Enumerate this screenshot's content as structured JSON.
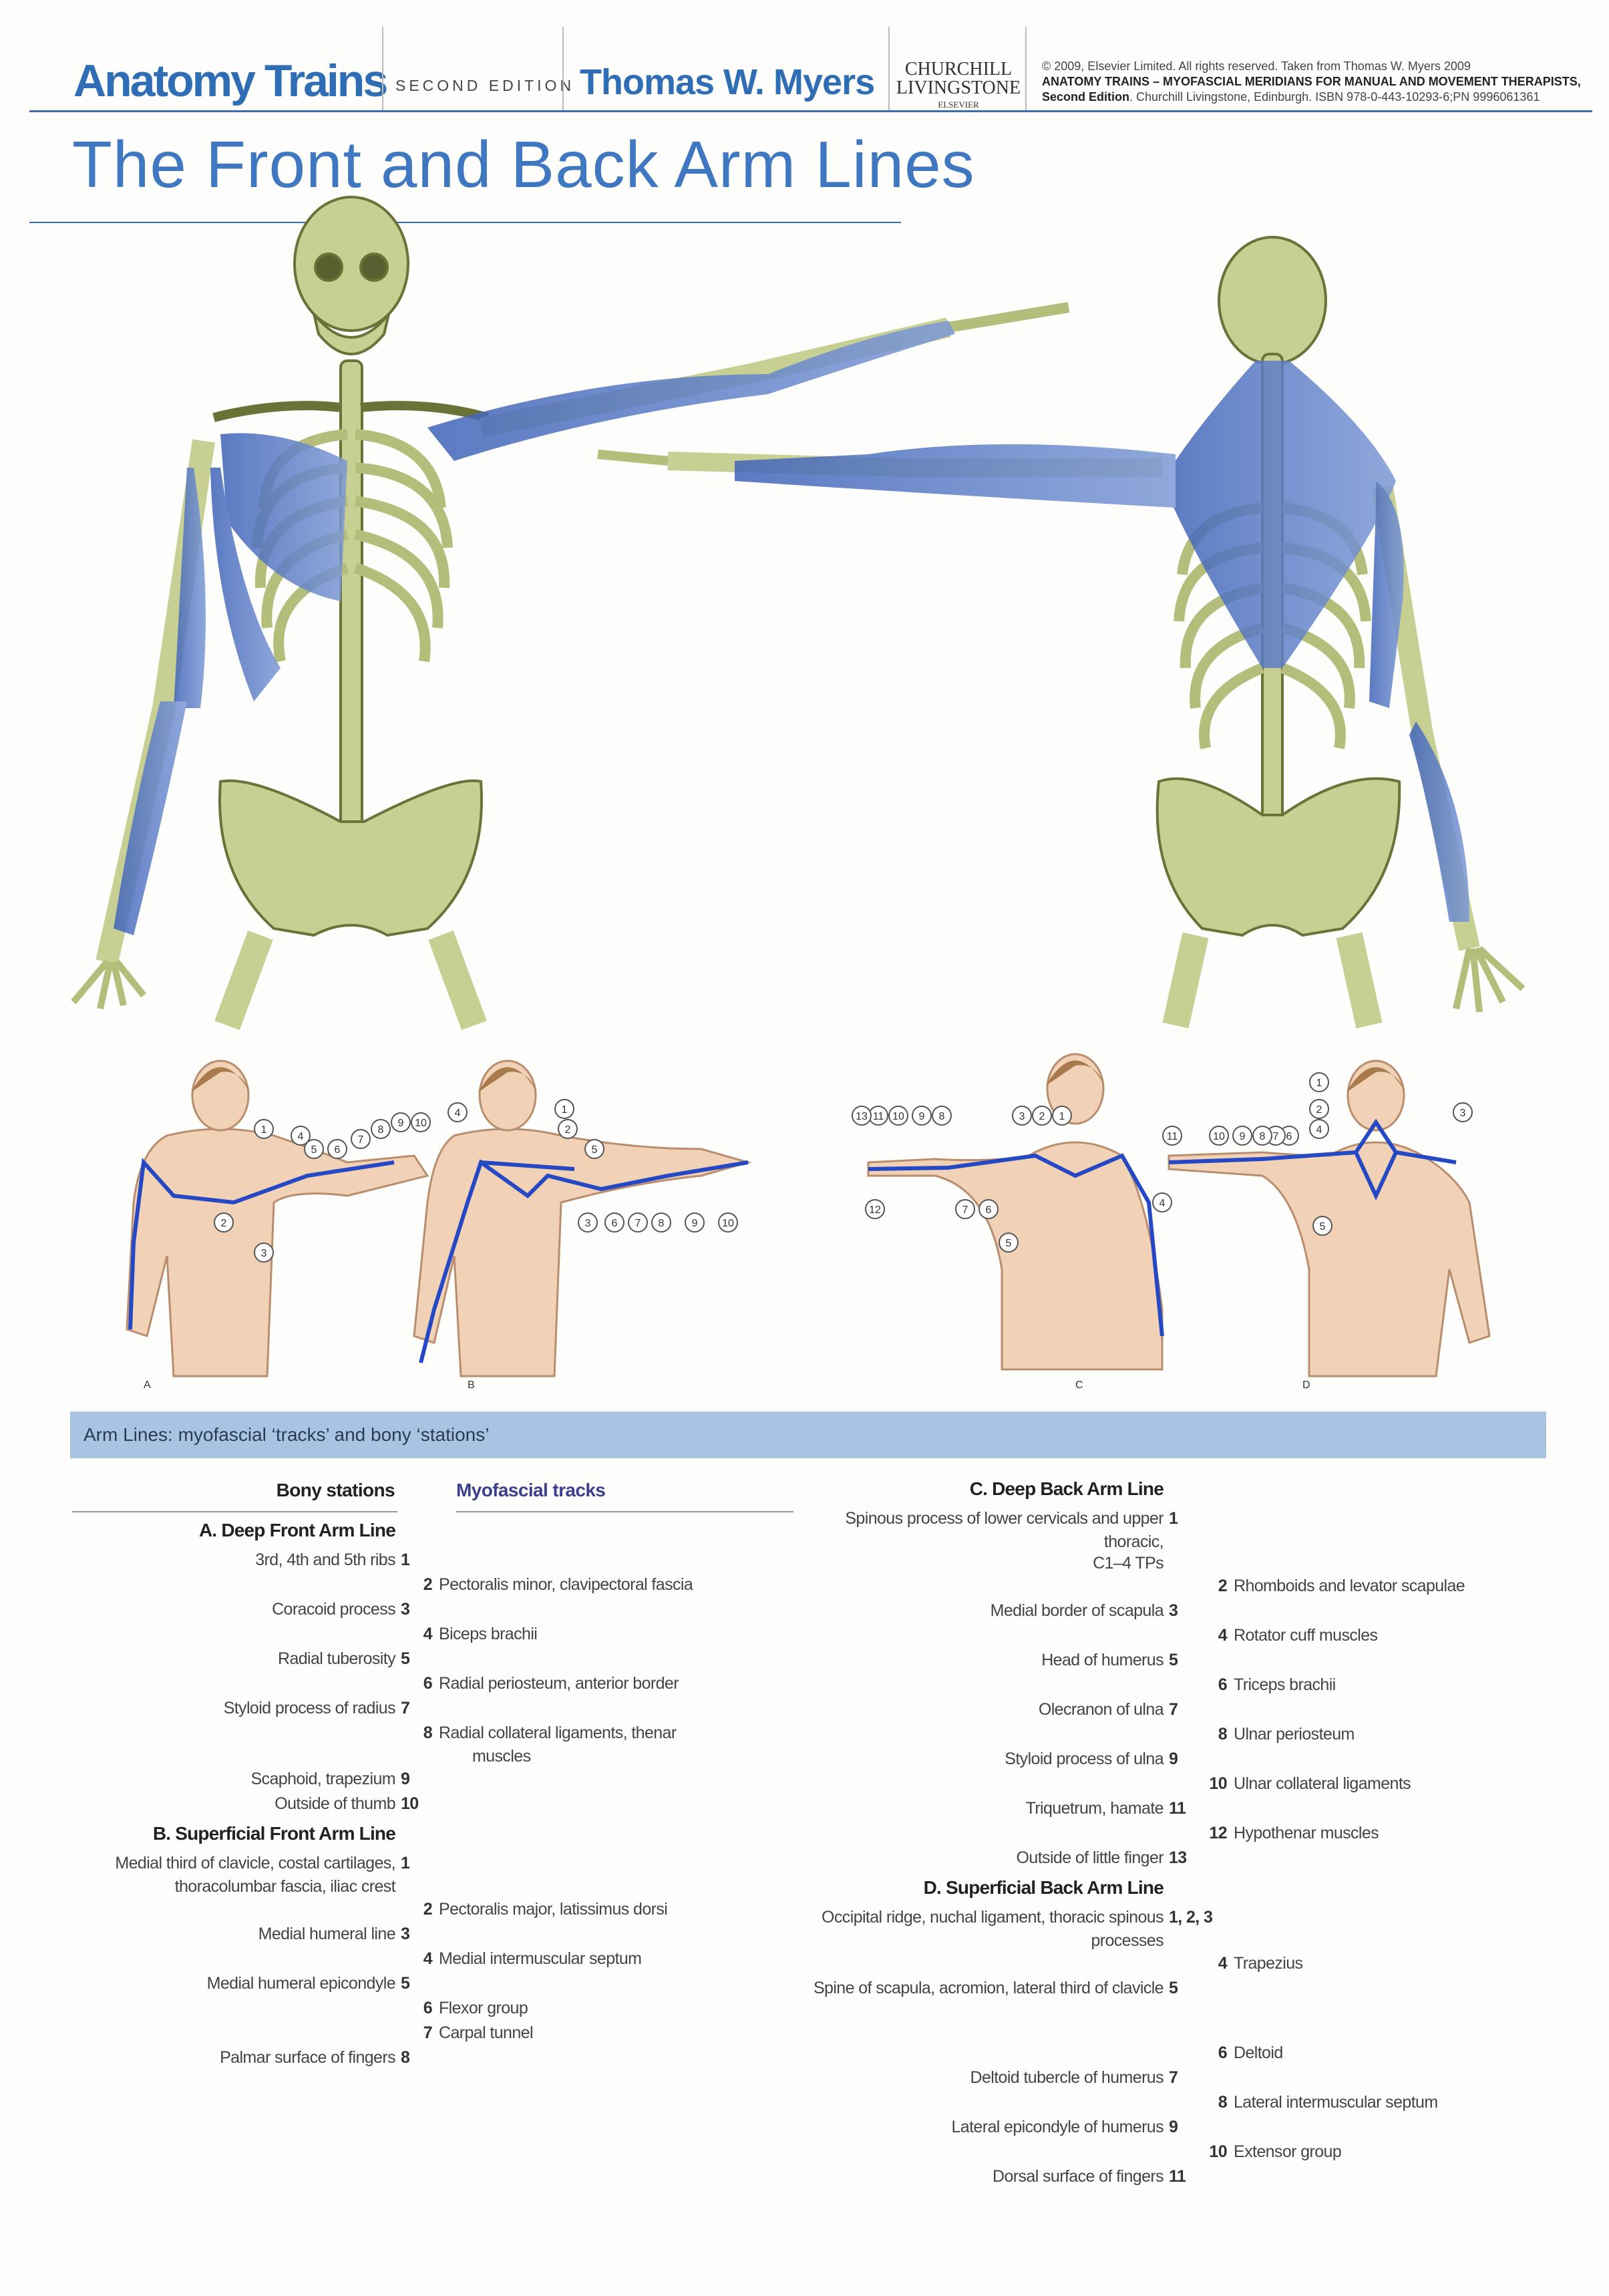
{
  "header": {
    "brand": "Anatomy Trains",
    "edition": "SECOND EDITION",
    "author": "Thomas W. Myers",
    "publisher": [
      "CHURCHILL",
      "LIVINGSTONE",
      "ELSEVIER"
    ],
    "copyright_lines": [
      "© 2009, Elsevier Limited. All rights reserved. Taken from Thomas W. Myers 2009",
      "ANATOMY TRAINS – MYOFASCIAL MERIDIANS FOR MANUAL AND MOVEMENT THERAPISTS,"
    ],
    "copyright_bold": "Second Edition",
    "copyright_rest": ". Churchill Livingstone, Edinburgh. ISBN 978-0-443-10293-6;PN 9996061361"
  },
  "title": "The Front and Back Arm Lines",
  "colors": {
    "brand": "#2f6db5",
    "muscle": "#4f74c4",
    "bone": "#c8cf93",
    "skin": "#f1d2b6",
    "line": "#2548c4",
    "bar": "#a9c4e2"
  },
  "figures": [
    {
      "label": "A",
      "markers": [
        "1",
        "2",
        "3",
        "4",
        "5",
        "6",
        "7",
        "8",
        "9",
        "10"
      ]
    },
    {
      "label": "B",
      "markers": [
        "1",
        "2",
        "3",
        "4",
        "5",
        "6",
        "7",
        "8",
        "9",
        "10"
      ]
    },
    {
      "label": "C",
      "markers": [
        "1",
        "2",
        "3",
        "4",
        "5",
        "6",
        "7",
        "8",
        "9",
        "10",
        "11",
        "12",
        "13"
      ]
    },
    {
      "label": "D",
      "markers": [
        "1",
        "2",
        "3",
        "4",
        "5",
        "6",
        "7",
        "8",
        "9",
        "10",
        "11"
      ]
    }
  ],
  "table": {
    "banner": "Arm Lines: myofascial ‘tracks’ and bony ‘stations’",
    "bony_header": "Bony stations",
    "tracks_header": "Myofascial tracks",
    "left": [
      {
        "type": "header",
        "text": "A. Deep Front Arm Line"
      },
      {
        "type": "bony",
        "num": "1",
        "text": "3rd, 4th and 5th ribs"
      },
      {
        "type": "track",
        "num": "2",
        "text": "Pectoralis minor, clavipectoral fascia"
      },
      {
        "type": "bony",
        "num": "3",
        "text": "Coracoid process"
      },
      {
        "type": "track",
        "num": "4",
        "text": "Biceps brachii"
      },
      {
        "type": "bony",
        "num": "5",
        "text": "Radial tuberosity"
      },
      {
        "type": "track",
        "num": "6",
        "text": "Radial periosteum, anterior border"
      },
      {
        "type": "bony",
        "num": "7",
        "text": "Styloid process of radius"
      },
      {
        "type": "track",
        "num": "8",
        "text": "Radial collateral ligaments, thenar",
        "cont": "muscles"
      },
      {
        "type": "bony",
        "num": "9",
        "text": "Scaphoid, trapezium"
      },
      {
        "type": "bony",
        "num": "10",
        "text": "Outside of thumb"
      },
      {
        "type": "header",
        "text": "B. Superficial Front Arm Line"
      },
      {
        "type": "bony",
        "num": "1",
        "text": "Medial third of clavicle, costal cartilages,",
        "cont": "thoracolumbar fascia, iliac crest"
      },
      {
        "type": "track",
        "num": "2",
        "text": "Pectoralis major, latissimus dorsi"
      },
      {
        "type": "bony",
        "num": "3",
        "text": "Medial humeral line"
      },
      {
        "type": "track",
        "num": "4",
        "text": "Medial intermuscular septum"
      },
      {
        "type": "bony",
        "num": "5",
        "text": "Medial humeral epicondyle"
      },
      {
        "type": "track",
        "num": "6",
        "text": "Flexor group"
      },
      {
        "type": "track",
        "num": "7",
        "text": "Carpal tunnel"
      },
      {
        "type": "bony",
        "num": "8",
        "text": "Palmar surface of fingers"
      }
    ],
    "right": [
      {
        "type": "header",
        "text": "C. Deep Back Arm Line"
      },
      {
        "type": "bony",
        "num": "1",
        "text": "Spinous process of lower cervicals and upper",
        "cont": "thoracic,",
        "cont2": "C1–4 TPs"
      },
      {
        "type": "track",
        "num": "2",
        "text": "Rhomboids and levator scapulae"
      },
      {
        "type": "bony",
        "num": "3",
        "text": "Medial border of scapula"
      },
      {
        "type": "track",
        "num": "4",
        "text": "Rotator cuff muscles"
      },
      {
        "type": "bony",
        "num": "5",
        "text": "Head of humerus"
      },
      {
        "type": "track",
        "num": "6",
        "text": "Triceps brachii"
      },
      {
        "type": "bony",
        "num": "7",
        "text": "Olecranon of ulna"
      },
      {
        "type": "track",
        "num": "8",
        "text": "Ulnar periosteum"
      },
      {
        "type": "bony",
        "num": "9",
        "text": "Styloid process of ulna"
      },
      {
        "type": "track",
        "num": "10",
        "text": "Ulnar collateral ligaments"
      },
      {
        "type": "bony",
        "num": "11",
        "text": "Triquetrum, hamate"
      },
      {
        "type": "track",
        "num": "12",
        "text": "Hypothenar muscles"
      },
      {
        "type": "bony",
        "num": "13",
        "text": "Outside of little finger"
      },
      {
        "type": "header",
        "text": "D. Superficial Back Arm Line"
      },
      {
        "type": "bony",
        "num": "1, 2, 3",
        "text": "Occipital ridge, nuchal ligament, thoracic spinous",
        "cont": "processes"
      },
      {
        "type": "track",
        "num": "4",
        "text": "Trapezius"
      },
      {
        "type": "bony",
        "num": "5",
        "text": "Spine of scapula, acromion, lateral third of clavicle"
      },
      {
        "type": "spacer"
      },
      {
        "type": "track",
        "num": "6",
        "text": "Deltoid"
      },
      {
        "type": "bony",
        "num": "7",
        "text": "Deltoid tubercle of humerus"
      },
      {
        "type": "track",
        "num": "8",
        "text": "Lateral intermuscular septum"
      },
      {
        "type": "bony",
        "num": "9",
        "text": "Lateral epicondyle of humerus"
      },
      {
        "type": "track",
        "num": "10",
        "text": "Extensor group"
      },
      {
        "type": "bony",
        "num": "11",
        "text": "Dorsal surface of fingers"
      }
    ]
  }
}
